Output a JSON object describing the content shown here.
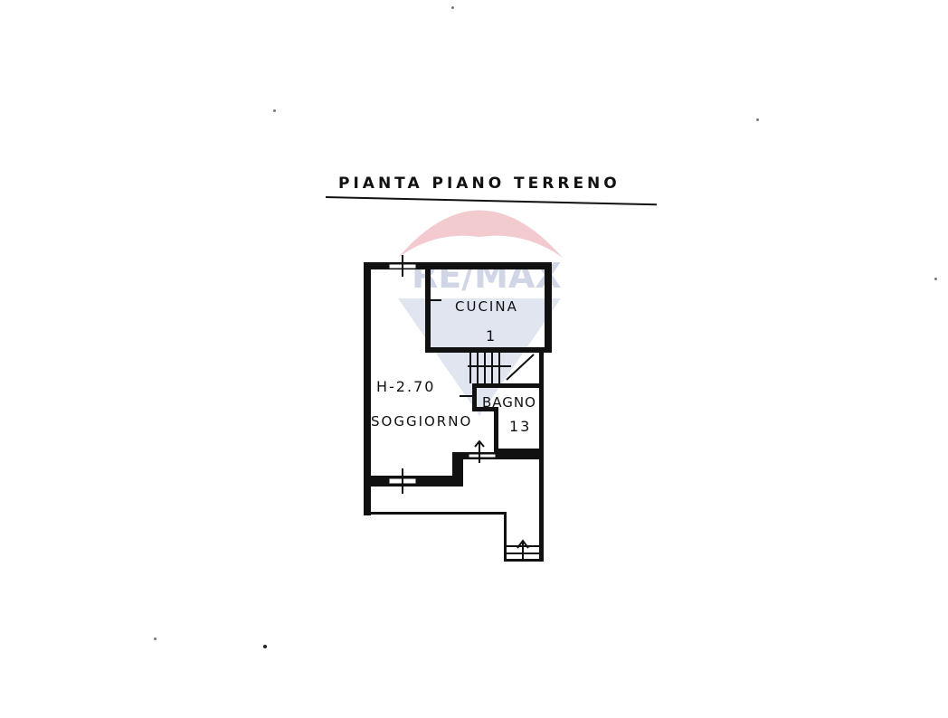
{
  "title": "PIANTA PIANO TERRENO",
  "watermark": {
    "text": "RE/MAX",
    "colors": {
      "balloon_red": "#e8a0a8",
      "balloon_blue": "#b8c4dc"
    }
  },
  "rooms": {
    "kitchen": {
      "label": "CUCINA",
      "number": "1"
    },
    "living": {
      "label": "SOGGIORNO",
      "height": "H-2.70"
    },
    "bathroom": {
      "label": "BAGNO",
      "number": "13"
    }
  },
  "colors": {
    "wall": "#111111",
    "background": "#ffffff"
  }
}
